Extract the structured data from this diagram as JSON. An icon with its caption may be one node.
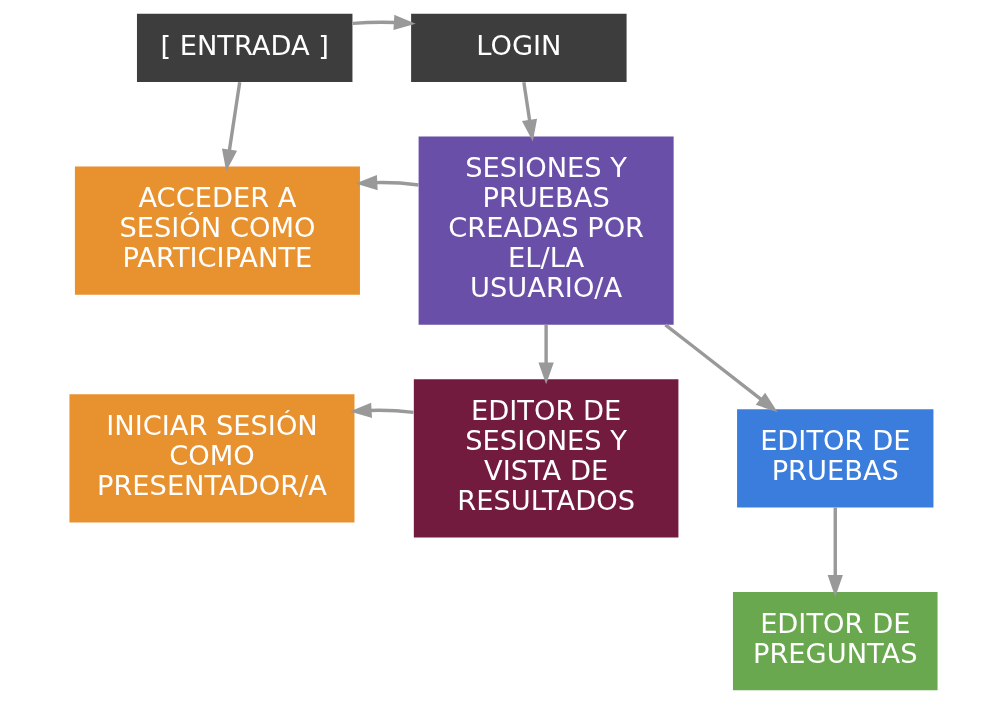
{
  "diagram": {
    "nodes": [
      {
        "text": [
          "[ ENTRADA ]"
        ]
      },
      {
        "text": [
          "LOGIN"
        ]
      },
      {
        "text": [
          "ACCEDER A SESIÓN COMO PARTICIPANTE"
        ]
      },
      {
        "text": [
          "SESIONES Y PRUEBAS CREADAS POR EL/LA USUARIO/A"
        ]
      },
      {
        "text": [
          "INICIAR SESIÓN COMO PRESENTADOR/A"
        ]
      },
      {
        "text": [
          "EDITOR DE SESIONES Y VISTA DE RESULTADOS"
        ]
      },
      {
        "text": [
          "EDITOR DE PRUEBAS"
        ]
      },
      {
        "text": [
          "EDITOR DE PREGUNTAS"
        ]
      }
    ],
    "edges": [
      {
        "from": 0,
        "to": 1,
        "arrow": "to"
      },
      {
        "from": 0,
        "to": 2,
        "arrow": "to"
      },
      {
        "from": 1,
        "to": 3,
        "arrow": "to"
      },
      {
        "from": 3,
        "to": 2,
        "arrow": "to"
      },
      {
        "from": 3,
        "to": 5,
        "arrow": "to"
      },
      {
        "from": 3,
        "to": 6,
        "arrow": "to"
      },
      {
        "from": 5,
        "to": 4,
        "arrow": "to"
      },
      {
        "from": 6,
        "to": 7,
        "arrow": "to"
      }
    ]
  }
}
